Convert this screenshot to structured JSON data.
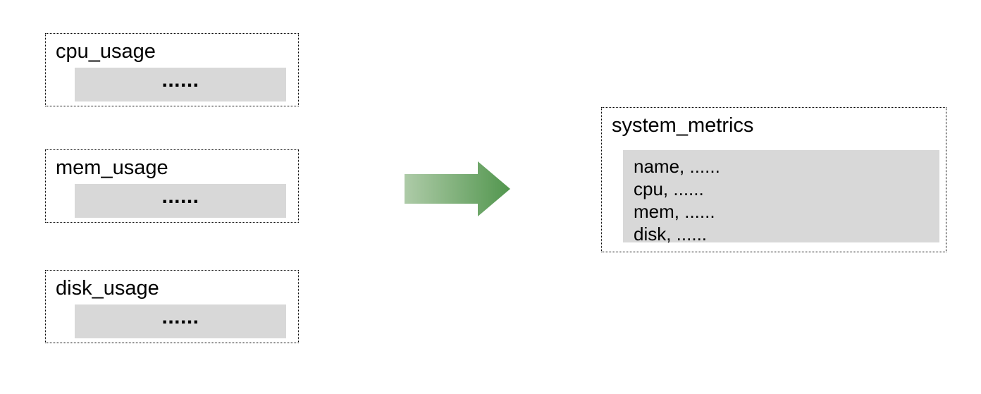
{
  "background_color": "#ffffff",
  "source_tables": [
    {
      "title": "cpu_usage",
      "placeholder": "......"
    },
    {
      "title": "mem_usage",
      "placeholder": "......"
    },
    {
      "title": "disk_usage",
      "placeholder": "......"
    }
  ],
  "merge_arrow": {
    "direction": "right",
    "gradient_from": "#aecba8",
    "gradient_to": "#52964e"
  },
  "result_table": {
    "title": "system_metrics",
    "rows": [
      "name, ......",
      "cpu, ......",
      "mem, ......",
      "disk, ......"
    ]
  },
  "colors": {
    "panel_fill": "#d8d8d8",
    "border": "#000000",
    "text": "#000000"
  }
}
